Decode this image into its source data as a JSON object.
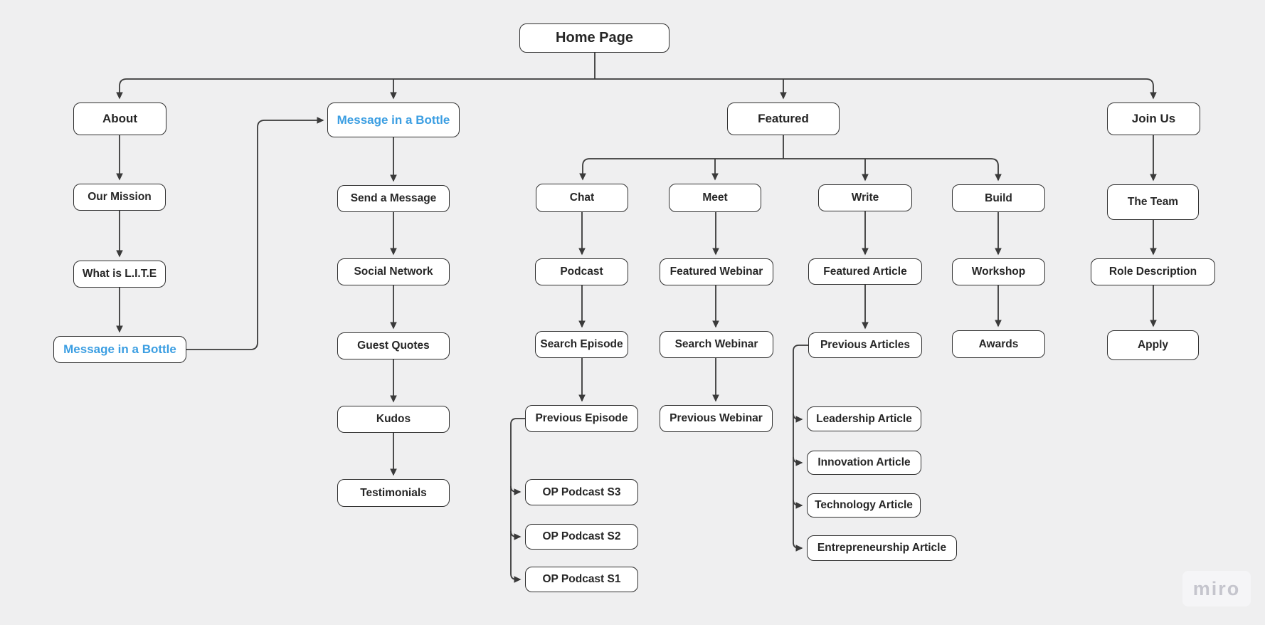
{
  "canvas": {
    "background": "#efeff0"
  },
  "colors": {
    "node_fill": "#ffffff",
    "node_border": "#2f2f2f",
    "node_text": "#262626",
    "accent_text": "#3b9ee2",
    "connector": "#3a3a3a",
    "watermark_text": "#c5c5cd"
  },
  "watermark": {
    "label": "miro"
  },
  "diagram": {
    "nodes": [
      {
        "id": "home-page",
        "label": "Home Page",
        "accent": false
      },
      {
        "id": "about",
        "label": "About",
        "accent": false
      },
      {
        "id": "message-in-a-bottle-top",
        "label": "Message in a Bottle",
        "accent": true
      },
      {
        "id": "featured",
        "label": "Featured",
        "accent": false
      },
      {
        "id": "join-us",
        "label": "Join Us",
        "accent": false
      },
      {
        "id": "our-mission",
        "label": "Our Mission",
        "accent": false
      },
      {
        "id": "what-is-lite",
        "label": "What is L.I.T.E",
        "accent": false
      },
      {
        "id": "message-in-a-bottle-left",
        "label": "Message in a Bottle",
        "accent": true
      },
      {
        "id": "send-a-message",
        "label": "Send a Message",
        "accent": false
      },
      {
        "id": "social-network",
        "label": "Social Network",
        "accent": false
      },
      {
        "id": "guest-quotes",
        "label": "Guest Quotes",
        "accent": false
      },
      {
        "id": "kudos",
        "label": "Kudos",
        "accent": false
      },
      {
        "id": "testimonials",
        "label": "Testimonials",
        "accent": false
      },
      {
        "id": "chat",
        "label": "Chat",
        "accent": false
      },
      {
        "id": "meet",
        "label": "Meet",
        "accent": false
      },
      {
        "id": "write",
        "label": "Write",
        "accent": false
      },
      {
        "id": "build",
        "label": "Build",
        "accent": false
      },
      {
        "id": "podcast",
        "label": "Podcast",
        "accent": false
      },
      {
        "id": "search-episode",
        "label": "Search Episode",
        "accent": false
      },
      {
        "id": "previous-episode",
        "label": "Previous Episode",
        "accent": false
      },
      {
        "id": "op-podcast-s3",
        "label": "OP Podcast S3",
        "accent": false
      },
      {
        "id": "op-podcast-s2",
        "label": "OP Podcast S2",
        "accent": false
      },
      {
        "id": "op-podcast-s1",
        "label": "OP Podcast S1",
        "accent": false
      },
      {
        "id": "featured-webinar",
        "label": "Featured Webinar",
        "accent": false
      },
      {
        "id": "search-webinar",
        "label": "Search Webinar",
        "accent": false
      },
      {
        "id": "previous-webinar",
        "label": "Previous Webinar",
        "accent": false
      },
      {
        "id": "featured-article",
        "label": "Featured Article",
        "accent": false
      },
      {
        "id": "previous-articles",
        "label": "Previous Articles",
        "accent": false
      },
      {
        "id": "leadership-article",
        "label": "Leadership Article",
        "accent": false
      },
      {
        "id": "innovation-article",
        "label": "Innovation Article",
        "accent": false
      },
      {
        "id": "technology-article",
        "label": "Technology Article",
        "accent": false
      },
      {
        "id": "entrepreneurship-article",
        "label": "Entrepreneurship Article",
        "accent": false
      },
      {
        "id": "workshop",
        "label": "Workshop",
        "accent": false
      },
      {
        "id": "awards",
        "label": "Awards",
        "accent": false
      },
      {
        "id": "the-team",
        "label": "The Team",
        "accent": false
      },
      {
        "id": "role-description",
        "label": "Role Description",
        "accent": false
      },
      {
        "id": "apply",
        "label": "Apply",
        "accent": false
      }
    ]
  }
}
